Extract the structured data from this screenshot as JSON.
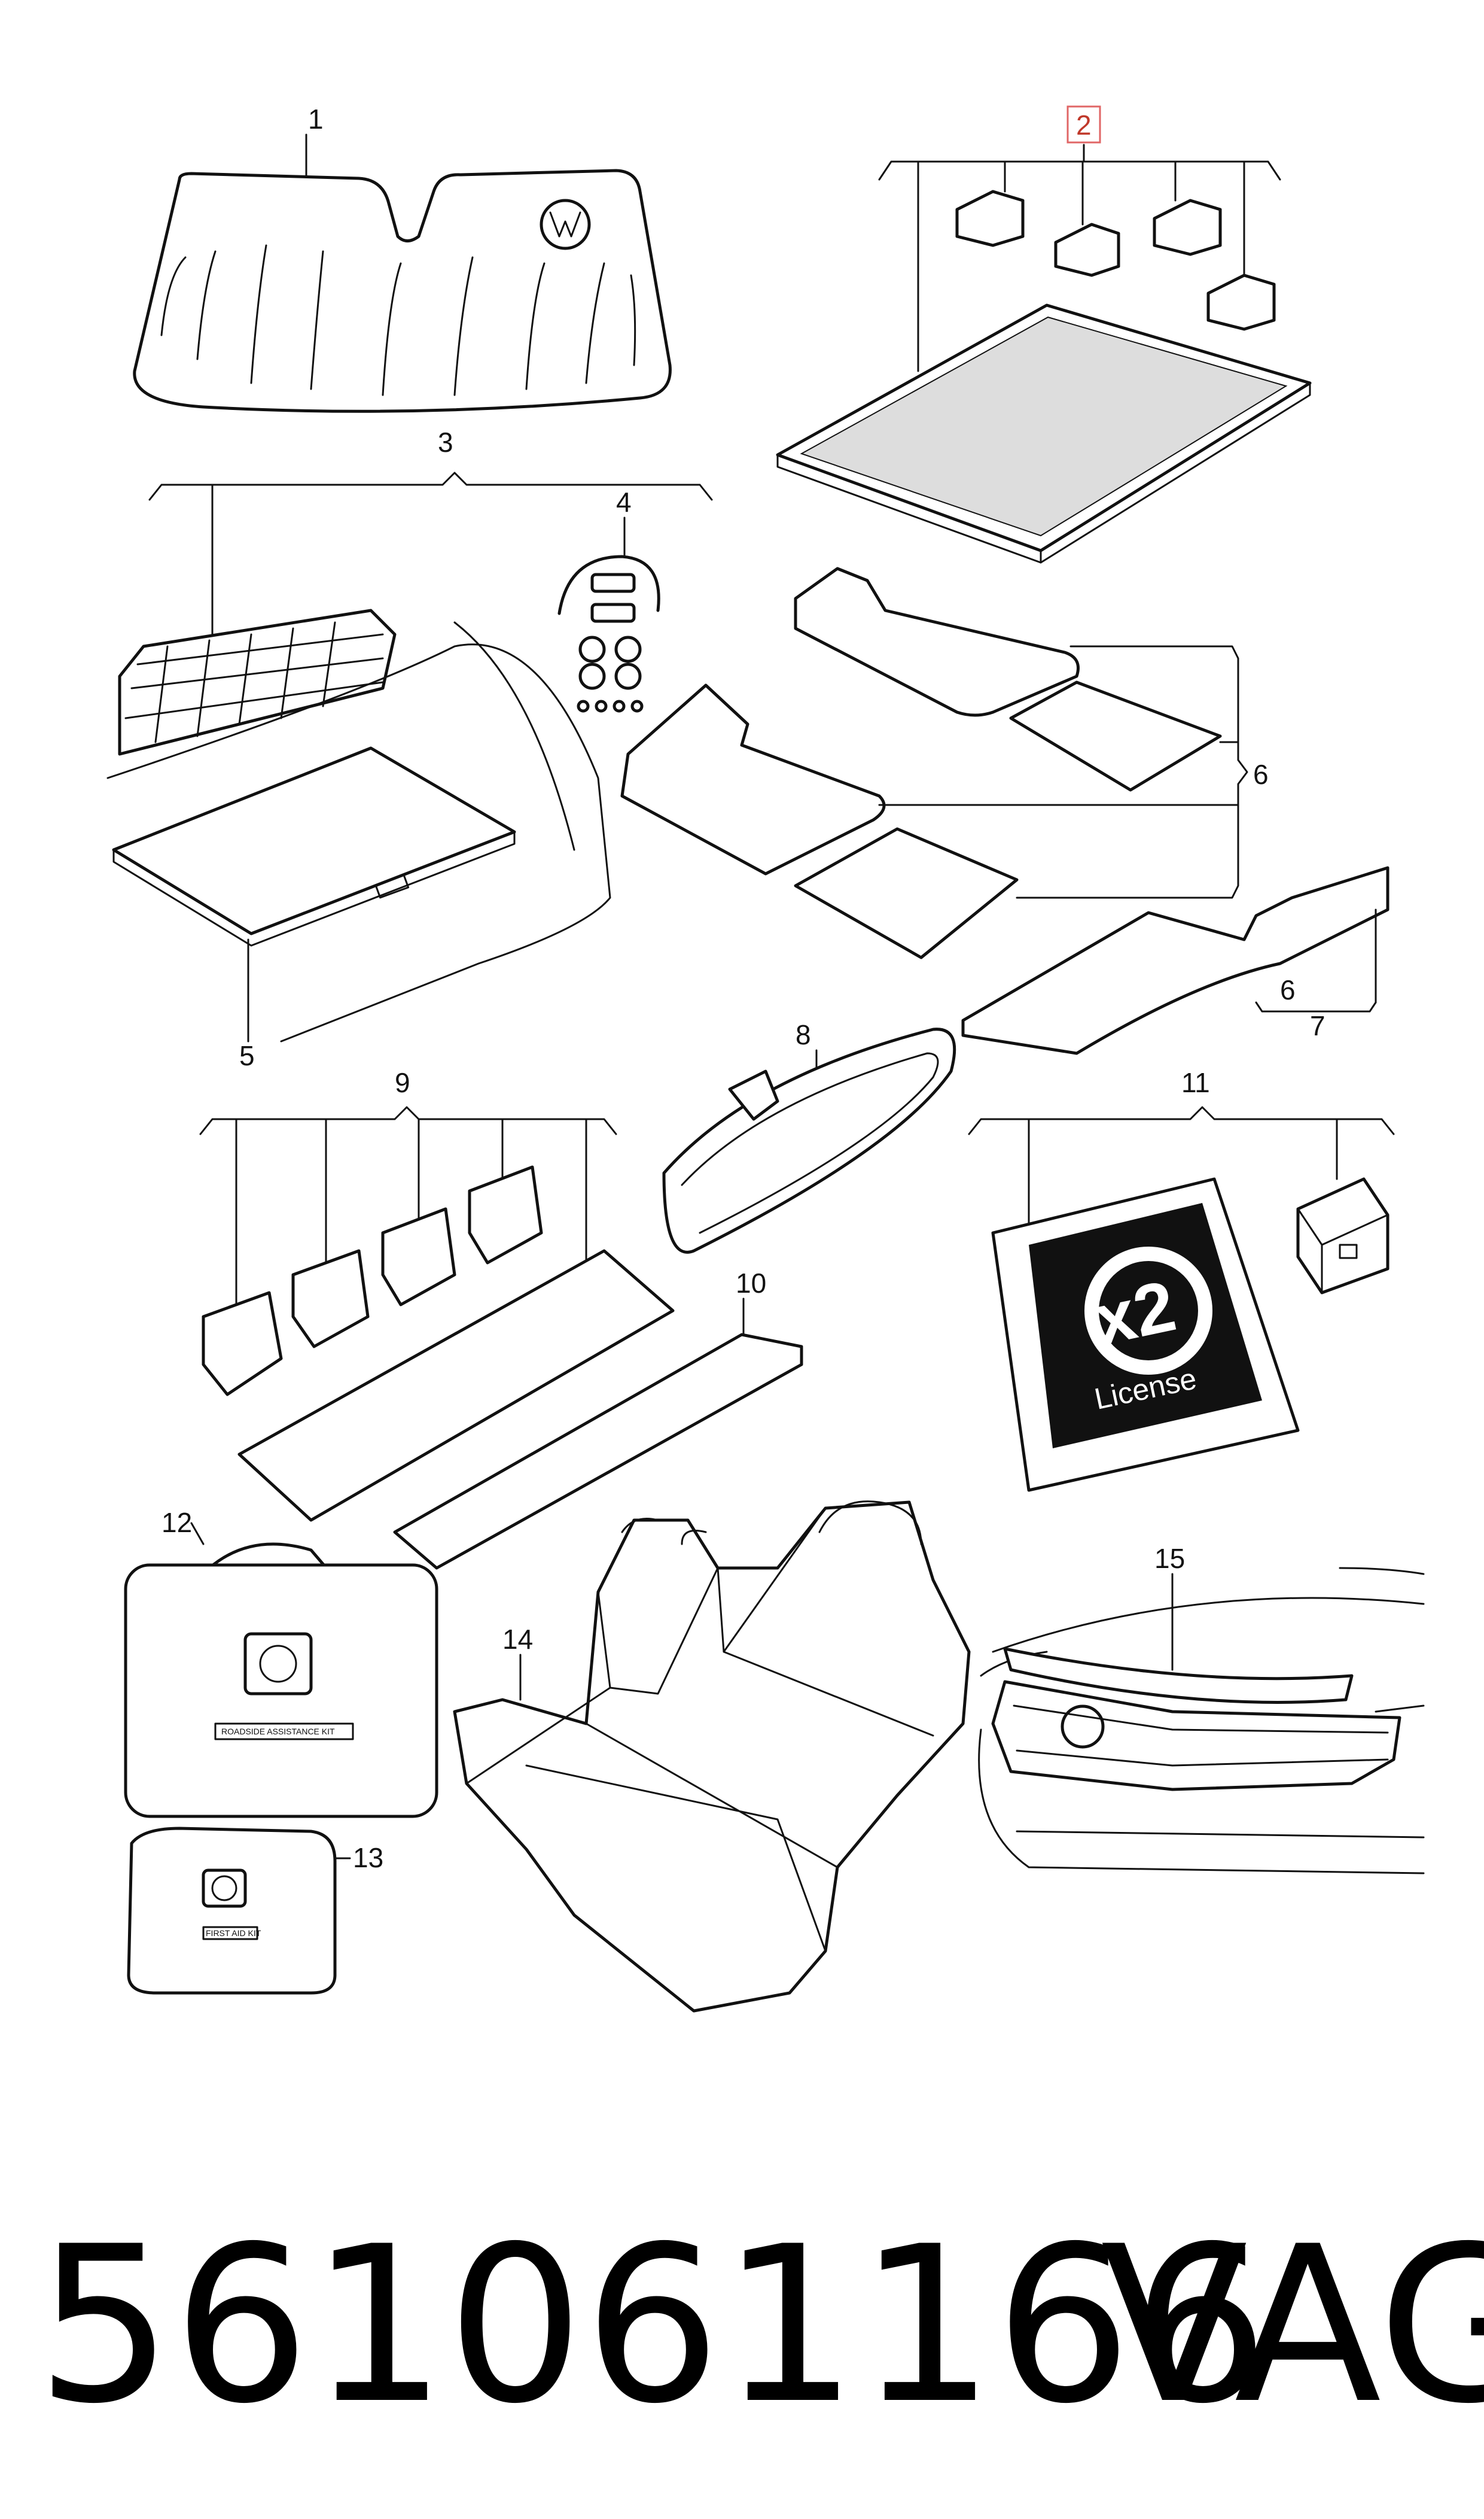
{
  "callouts": [
    {
      "id": "1",
      "label": "1"
    },
    {
      "id": "2",
      "label": "2"
    },
    {
      "id": "3",
      "label": "3"
    },
    {
      "id": "4",
      "label": "4"
    },
    {
      "id": "5",
      "label": "5"
    },
    {
      "id": "6a",
      "label": "6"
    },
    {
      "id": "6b",
      "label": "6"
    },
    {
      "id": "7",
      "label": "7"
    },
    {
      "id": "8",
      "label": "8"
    },
    {
      "id": "9",
      "label": "9"
    },
    {
      "id": "10",
      "label": "10"
    },
    {
      "id": "11",
      "label": "11"
    },
    {
      "id": "12",
      "label": "12"
    },
    {
      "id": "13",
      "label": "13"
    },
    {
      "id": "14",
      "label": "14"
    },
    {
      "id": "15",
      "label": "15"
    }
  ],
  "license_card": {
    "multiplier": "x2",
    "text": "License"
  },
  "roadside_kit_label": "ROADSIDE ASSISTANCE KIT",
  "first_aid_label": "FIRST AID KIT",
  "part_number": "561061166",
  "brand": "VAG",
  "highlight_color": "#e06666"
}
